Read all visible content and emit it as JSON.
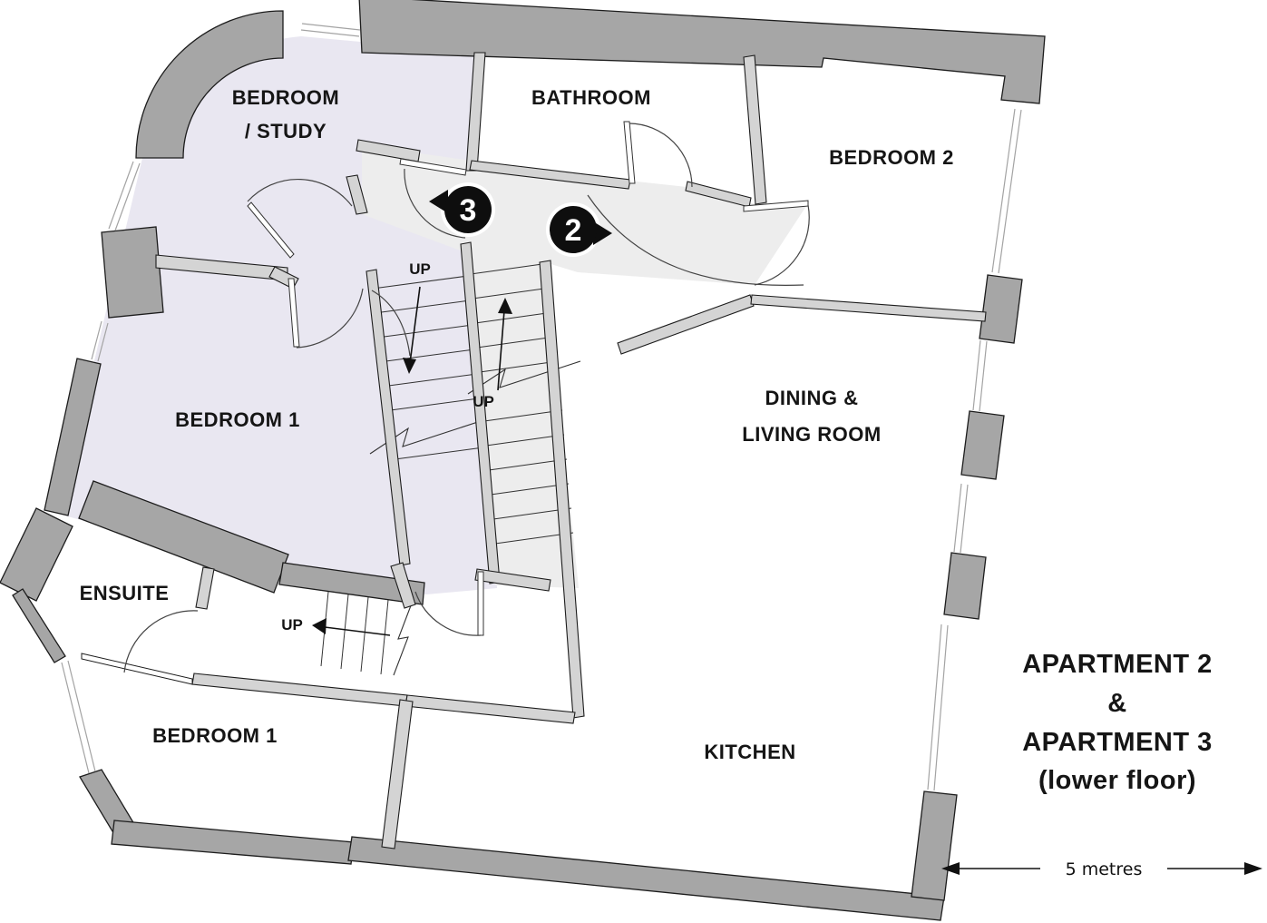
{
  "rooms": {
    "bedroom_study": {
      "line1": "BEDROOM",
      "line2": "/ STUDY"
    },
    "bathroom": {
      "label": "BATHROOM"
    },
    "bedroom_2": {
      "label": "BEDROOM 2"
    },
    "bedroom_1_upper": {
      "label": "BEDROOM 1"
    },
    "dining_living": {
      "line1": "DINING &",
      "line2": "LIVING ROOM"
    },
    "ensuite": {
      "label": "ENSUITE"
    },
    "bedroom_1_lower": {
      "label": "BEDROOM 1"
    },
    "kitchen": {
      "label": "KITCHEN"
    }
  },
  "stairs": {
    "left_up": "UP",
    "right_up": "UP",
    "lower_up": "UP"
  },
  "markers": {
    "apartment_3": "3",
    "apartment_2": "2"
  },
  "title": {
    "line1": "APARTMENT 2",
    "line2": "&",
    "line3": "APARTMENT 3",
    "line4": "(lower floor)"
  },
  "scale_bar": {
    "label": "5 metres"
  },
  "colors": {
    "wall_exterior": "#a6a6a6",
    "wall_interior": "#d4d4d4",
    "apartment3_floor": "#e9e7f1",
    "hall_floor": "#ededed",
    "marker_fill": "#0e0e0e",
    "outline": "#1c1c1c"
  }
}
